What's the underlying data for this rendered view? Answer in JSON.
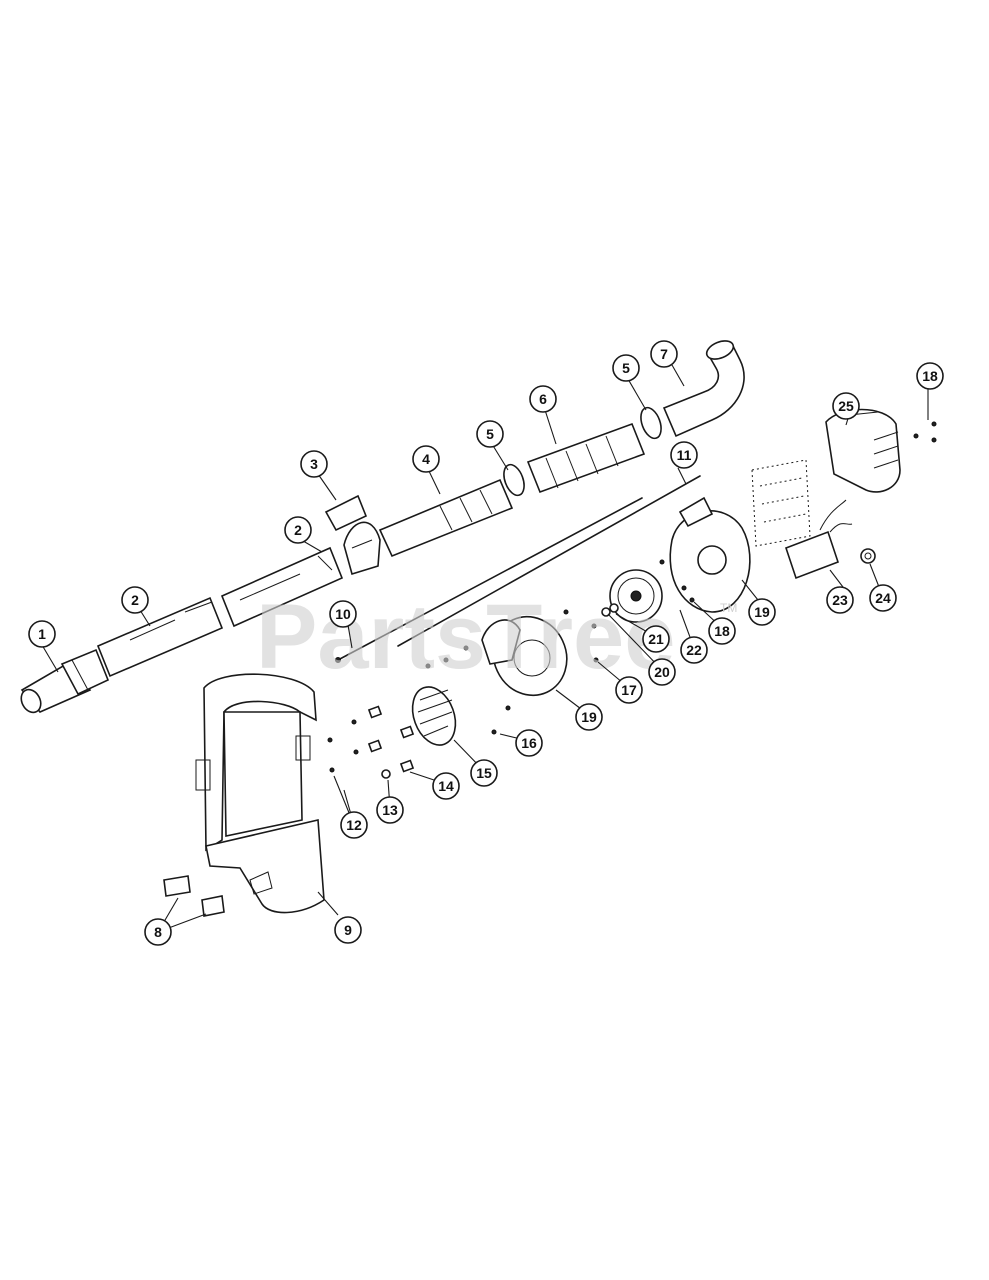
{
  "watermark": {
    "text": "PartsTree",
    "trademark": "TM"
  },
  "callouts": [
    {
      "id": "c1",
      "label": "1"
    },
    {
      "id": "c2a",
      "label": "2"
    },
    {
      "id": "c2b",
      "label": "2"
    },
    {
      "id": "c3",
      "label": "3"
    },
    {
      "id": "c4",
      "label": "4"
    },
    {
      "id": "c5a",
      "label": "5"
    },
    {
      "id": "c5b",
      "label": "5"
    },
    {
      "id": "c6",
      "label": "6"
    },
    {
      "id": "c7",
      "label": "7"
    },
    {
      "id": "c8",
      "label": "8"
    },
    {
      "id": "c9",
      "label": "9"
    },
    {
      "id": "c10",
      "label": "10"
    },
    {
      "id": "c11",
      "label": "11"
    },
    {
      "id": "c12",
      "label": "12"
    },
    {
      "id": "c13",
      "label": "13"
    },
    {
      "id": "c14",
      "label": "14"
    },
    {
      "id": "c15",
      "label": "15"
    },
    {
      "id": "c16",
      "label": "16"
    },
    {
      "id": "c17",
      "label": "17"
    },
    {
      "id": "c18a",
      "label": "18"
    },
    {
      "id": "c18b",
      "label": "18"
    },
    {
      "id": "c19a",
      "label": "19"
    },
    {
      "id": "c19b",
      "label": "19"
    },
    {
      "id": "c20",
      "label": "20"
    },
    {
      "id": "c21",
      "label": "21"
    },
    {
      "id": "c22",
      "label": "22"
    },
    {
      "id": "c23",
      "label": "23"
    },
    {
      "id": "c24",
      "label": "24"
    },
    {
      "id": "c25",
      "label": "25"
    }
  ]
}
